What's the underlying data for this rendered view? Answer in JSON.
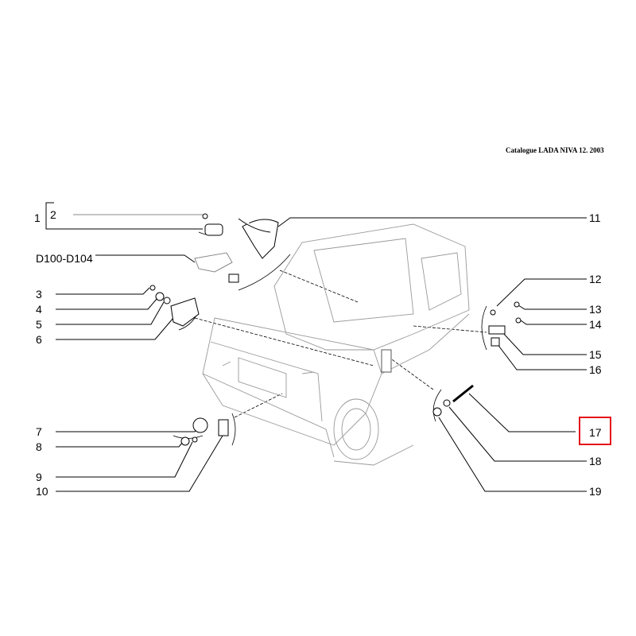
{
  "header": {
    "catalogue": "Catalogue LADA NIVA 12. 2003"
  },
  "callouts": {
    "left": [
      {
        "id": "1",
        "label": "1"
      },
      {
        "id": "2",
        "label": "2"
      },
      {
        "id": "d100",
        "label": "D100-D104"
      },
      {
        "id": "3",
        "label": "3"
      },
      {
        "id": "4",
        "label": "4"
      },
      {
        "id": "5",
        "label": "5"
      },
      {
        "id": "6",
        "label": "6"
      },
      {
        "id": "7",
        "label": "7"
      },
      {
        "id": "8",
        "label": "8"
      },
      {
        "id": "9",
        "label": "9"
      },
      {
        "id": "10",
        "label": "10"
      }
    ],
    "right": [
      {
        "id": "11",
        "label": "11"
      },
      {
        "id": "12",
        "label": "12"
      },
      {
        "id": "13",
        "label": "13"
      },
      {
        "id": "14",
        "label": "14"
      },
      {
        "id": "15",
        "label": "15"
      },
      {
        "id": "16",
        "label": "16"
      },
      {
        "id": "17",
        "label": "17"
      },
      {
        "id": "18",
        "label": "18"
      },
      {
        "id": "19",
        "label": "19"
      }
    ]
  },
  "highlight": {
    "label": "17",
    "color": "#e4141b"
  }
}
